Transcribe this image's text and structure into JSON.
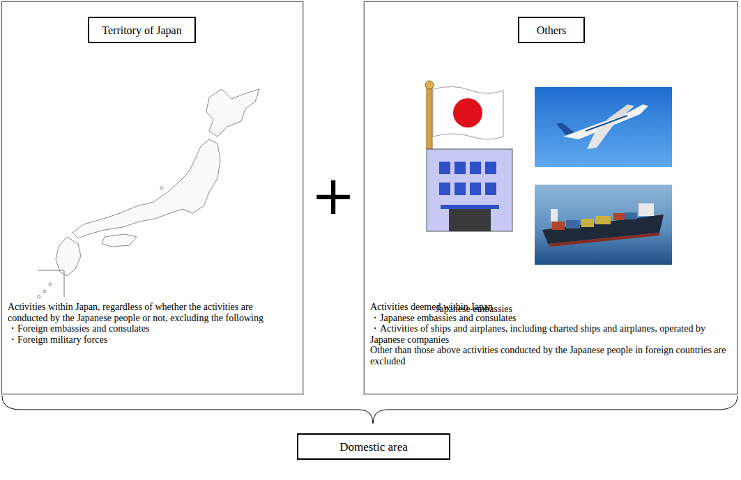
{
  "diagram": {
    "nodes": [
      {
        "text": [
          "Activities within Japan, regardless of whether the activities are conducted by the Japanese people or not, excluding the following",
          "・Foreign embassies and consulates",
          "・Foreign military forces"
        ]
      },
      {
        "text": [
          "Territory of Japan"
        ],
        "in": 0
      },
      {
        "text": [
          "Activities deemed within Japan",
          "・Japanese embassies and consulates",
          "・Activities of ships and airplanes, including charted ships and airplanes, operated by Japanese companies",
          "Other than those above activities conducted by the Japanese people in foreign countries are excluded"
        ]
      },
      {
        "text": [
          "Others"
        ],
        "in": 2
      },
      {
        "text": [
          "Domestic area"
        ]
      }
    ],
    "labels": [
      "+",
      "Japanese embassies"
    ]
  }
}
